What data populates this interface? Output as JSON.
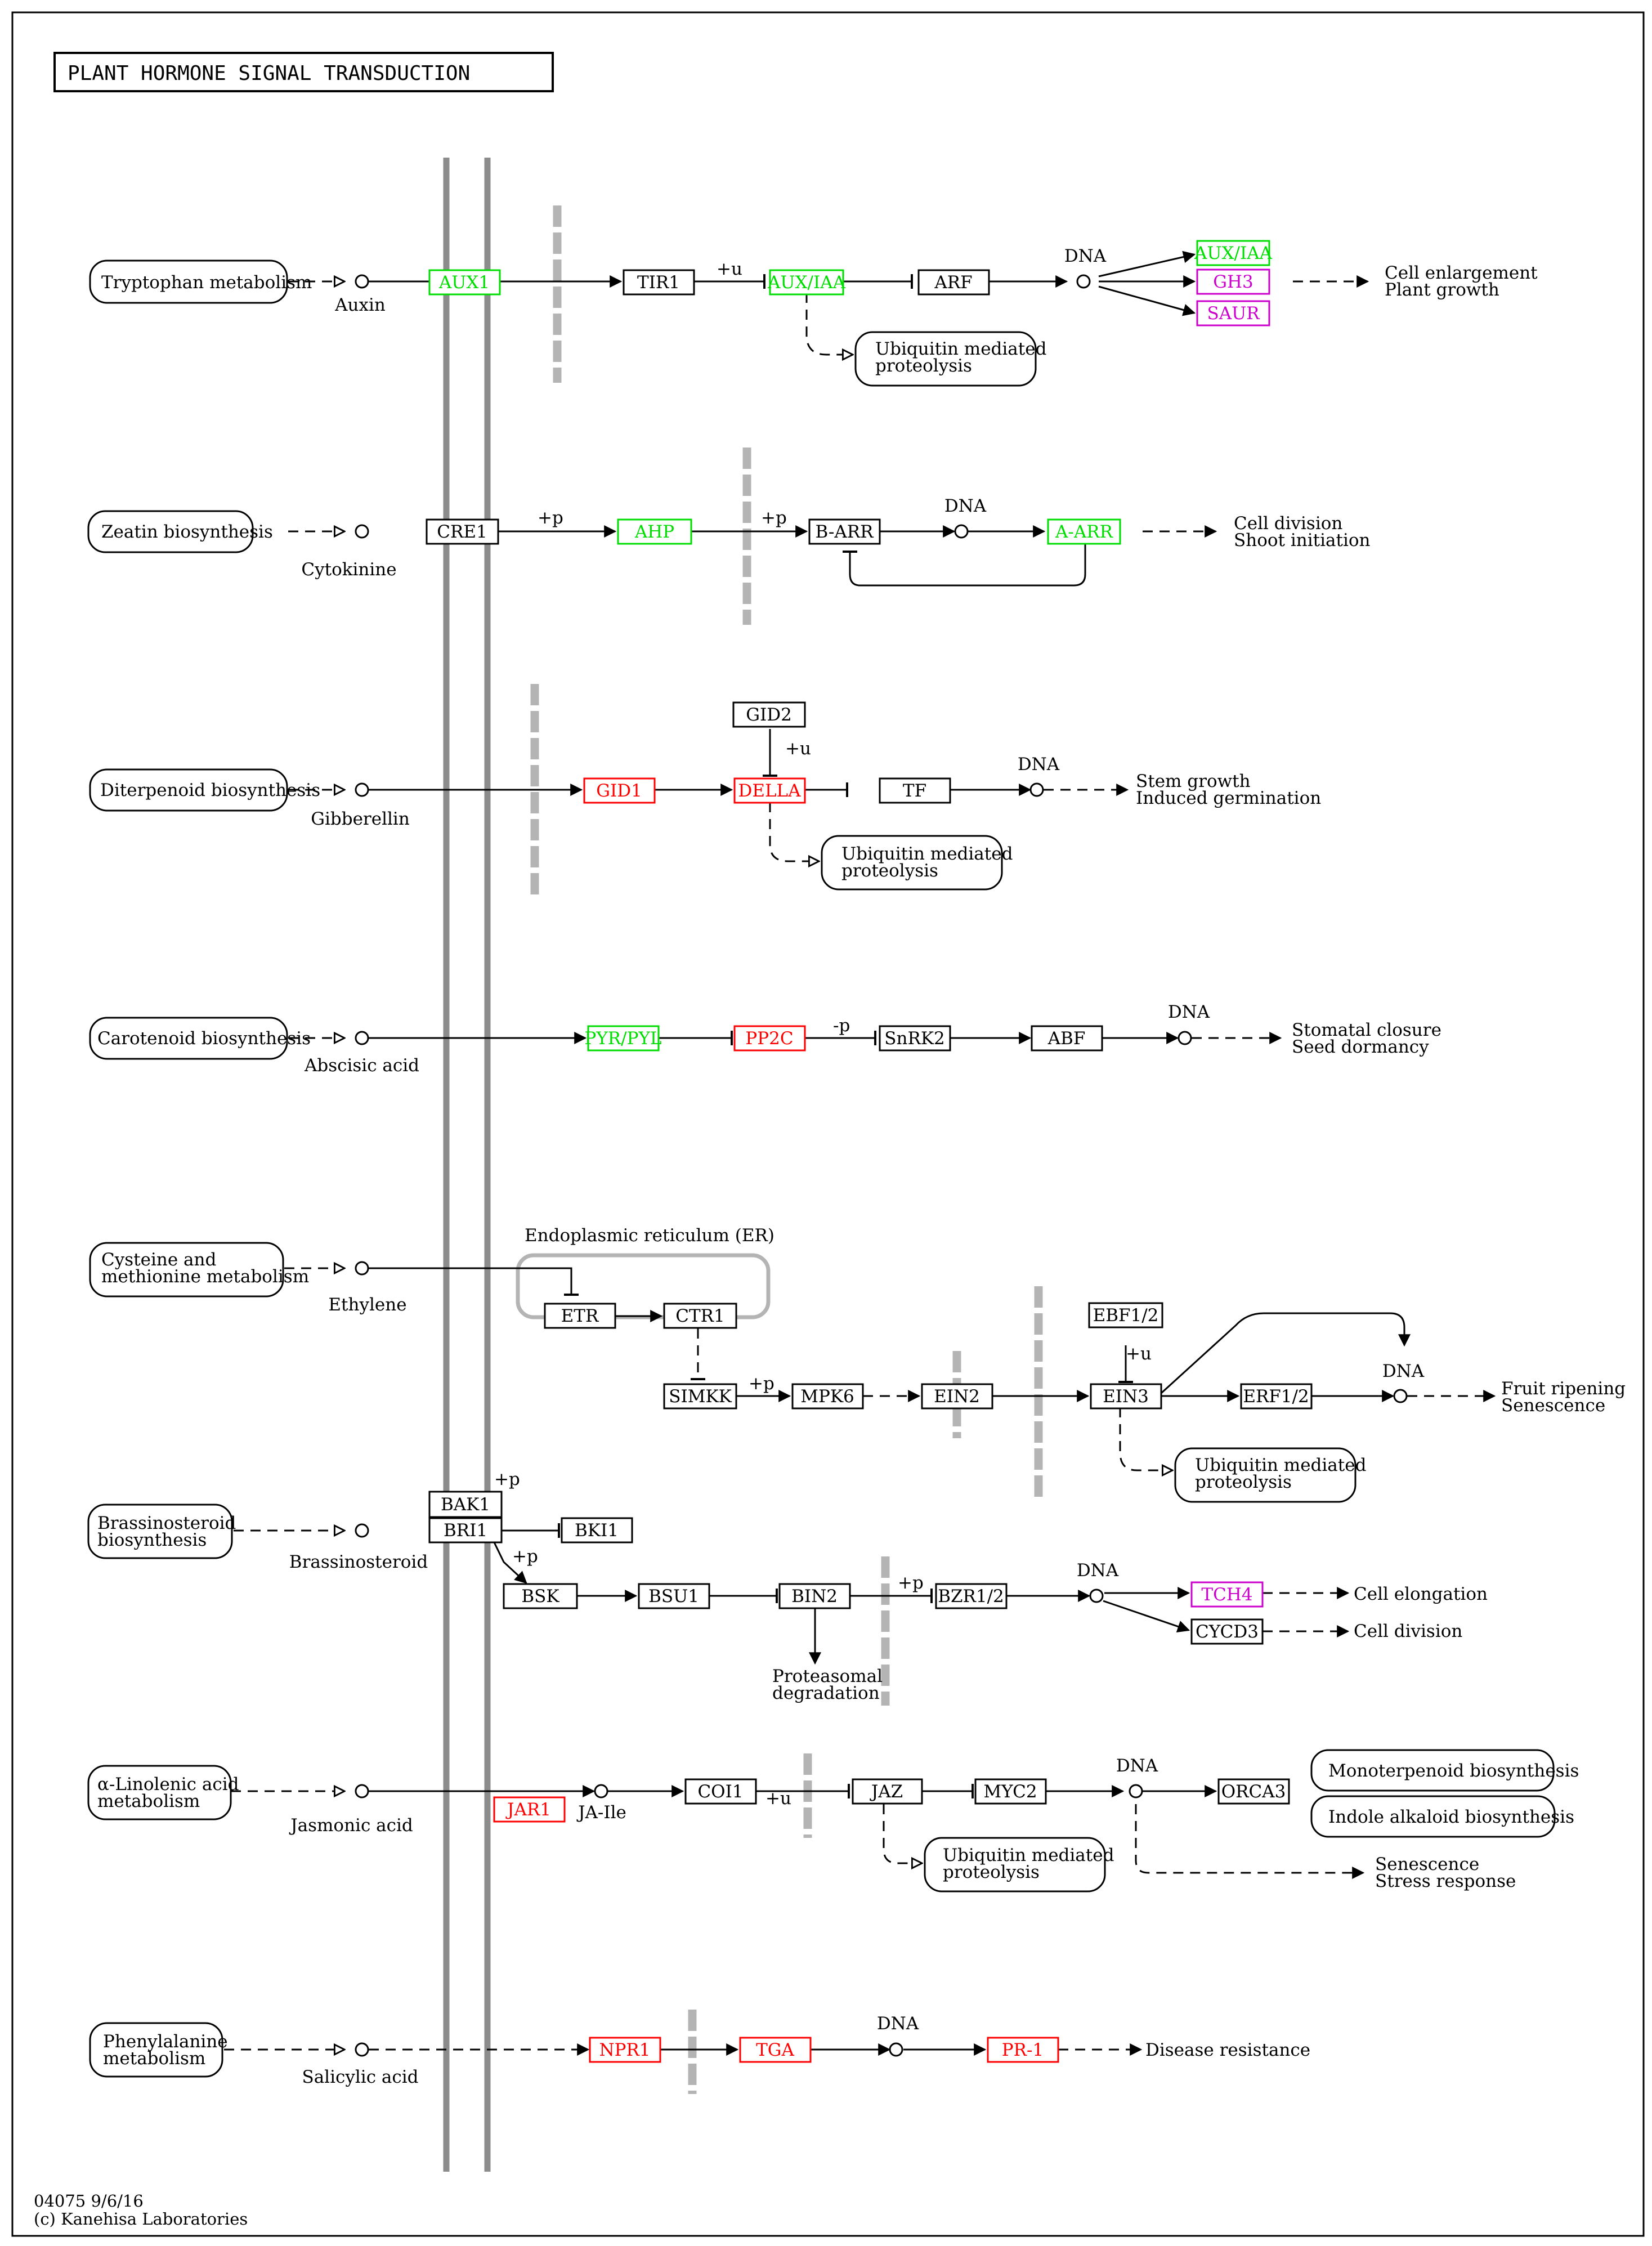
{
  "title": "PLANT HORMONE SIGNAL TRANSDUCTION",
  "footer": {
    "map_id": "04075 9/6/16",
    "copyright": "(c) Kanehisa Laboratories"
  },
  "colors": {
    "black": "#000000",
    "up": "#ff0000",
    "down": "#00dd00",
    "mixed": "#cc00cc",
    "barrier": "#b4b4b4",
    "membrane": "#8c8c8c"
  },
  "pathways": {
    "tryptophan": "Tryptophan metabolism",
    "zeatin": "Zeatin biosynthesis",
    "diterpenoid": "Diterpenoid biosynthesis",
    "carotenoid": "Carotenoid biosynthesis",
    "cysteine_1": "Cysteine and",
    "cysteine_2": "methionine metabolism",
    "brassino_1": "Brassinosteroid",
    "brassino_2": "biosynthesis",
    "linolenic_1": "α-Linolenic acid",
    "linolenic_2": "metabolism",
    "phenylalanine_1": "Phenylalanine",
    "phenylalanine_2": "metabolism",
    "ubiquitin_1": "Ubiquitin mediated",
    "ubiquitin_2": "proteolysis",
    "monoterpenoid": "Monoterpenoid biosynthesis",
    "indole": "Indole alkaloid biosynthesis"
  },
  "compounds": {
    "auxin": "Auxin",
    "cytokinine": "Cytokinine",
    "gibberellin": "Gibberellin",
    "abscisic": "Abscisic acid",
    "ethylene": "Ethylene",
    "brassinosteroid": "Brassinosteroid",
    "jasmonic": "Jasmonic acid",
    "ja_ile": "JA-Ile",
    "salicylic": "Salicylic acid"
  },
  "genes": {
    "AUX1": "AUX1",
    "TIR1": "TIR1",
    "AUXIAA": "AUX/IAA",
    "ARF": "ARF",
    "AUXIAA_OUT": "AUX/IAA",
    "GH3": "GH3",
    "SAUR": "SAUR",
    "CRE1": "CRE1",
    "AHP": "AHP",
    "BARR": "B-ARR",
    "AARR": "A-ARR",
    "GID2": "GID2",
    "GID1": "GID1",
    "DELLA": "DELLA",
    "TF": "TF",
    "PYR": "PYR/PYL",
    "PP2C": "PP2C",
    "SNRK2": "SnRK2",
    "ABF": "ABF",
    "ETR": "ETR",
    "CTR1": "CTR1",
    "SIMKK": "SIMKK",
    "MPK6": "MPK6",
    "EIN2": "EIN2",
    "EBF12": "EBF1/2",
    "EIN3": "EIN3",
    "ERF12": "ERF1/2",
    "BAK1": "BAK1",
    "BRI1": "BRI1",
    "BKI1": "BKI1",
    "BSK": "BSK",
    "BSU1": "BSU1",
    "BIN2": "BIN2",
    "BZR12": "BZR1/2",
    "TCH4": "TCH4",
    "CYCD3": "CYCD3",
    "JAR1": "JAR1",
    "COI1": "COI1",
    "JAZ": "JAZ",
    "MYC2": "MYC2",
    "ORCA3": "ORCA3",
    "NPR1": "NPR1",
    "TGA": "TGA",
    "PR1": "PR-1"
  },
  "labels": {
    "dna": "DNA",
    "plus_u": "+u",
    "plus_p": "+p",
    "minus_p": "-p",
    "er": "Endoplasmic reticulum (ER)",
    "proteasomal_1": "Proteasomal",
    "proteasomal_2": "degradation"
  },
  "outcomes": {
    "auxin_1": "Cell enlargement",
    "auxin_2": "Plant growth",
    "cyto_1": "Cell division",
    "cyto_2": "Shoot initiation",
    "gib_1": "Stem growth",
    "gib_2": "Induced germination",
    "aba_1": "Stomatal closure",
    "aba_2": "Seed dormancy",
    "eth_1": "Fruit ripening",
    "eth_2": "Senescence",
    "br_1": "Cell elongation",
    "br_2": "Cell division",
    "ja_1": "Senescence",
    "ja_2": "Stress response",
    "sa_1": "Disease resistance"
  }
}
